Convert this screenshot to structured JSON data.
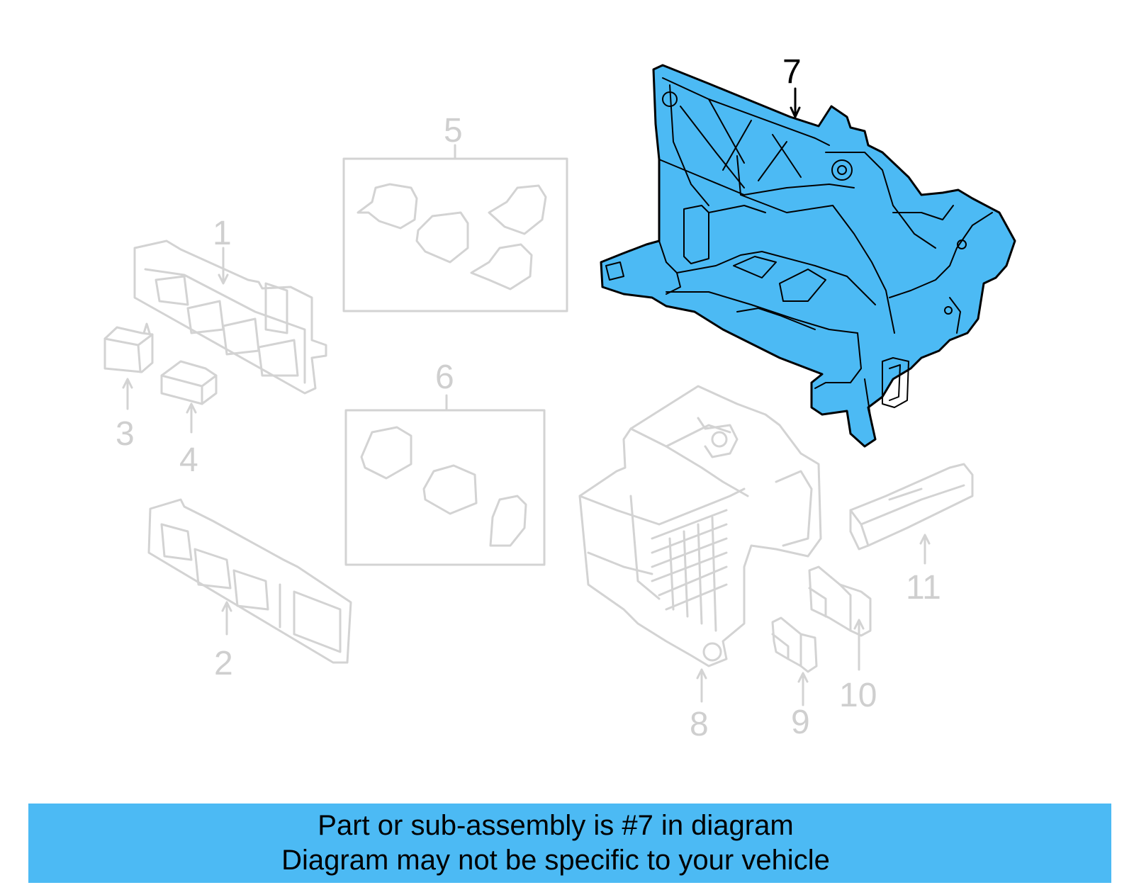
{
  "diagram": {
    "highlighted_part": "7",
    "colors": {
      "highlight_fill": "#4cbaf4",
      "highlight_stroke": "#000000",
      "ghost_stroke": "#d3d3d3",
      "banner_bg": "#4cbaf4"
    },
    "callouts": [
      {
        "id": "1",
        "label": "1"
      },
      {
        "id": "2",
        "label": "2"
      },
      {
        "id": "3",
        "label": "3"
      },
      {
        "id": "4",
        "label": "4"
      },
      {
        "id": "5",
        "label": "5"
      },
      {
        "id": "6",
        "label": "6"
      },
      {
        "id": "7",
        "label": "7"
      },
      {
        "id": "8",
        "label": "8"
      },
      {
        "id": "9",
        "label": "9"
      },
      {
        "id": "10",
        "label": "10"
      },
      {
        "id": "11",
        "label": "11"
      }
    ]
  },
  "banner": {
    "line1": "Part or sub-assembly is #7 in diagram",
    "line2": "Diagram may not be specific to your vehicle"
  }
}
